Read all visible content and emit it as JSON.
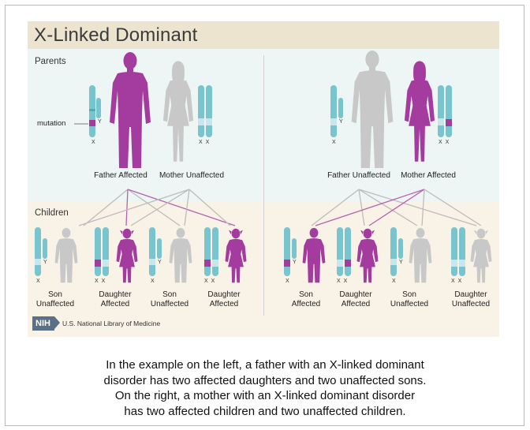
{
  "title": "X-Linked Dominant",
  "sections": {
    "parents": "Parents",
    "children": "Children"
  },
  "mutation_label": "mutation",
  "chrom_letters": {
    "x": "X",
    "y": "Y",
    "xx": "X X"
  },
  "left": {
    "father": "Father Affected",
    "mother": "Mother Unaffected",
    "children": [
      {
        "line1": "Son",
        "line2": "Unaffected"
      },
      {
        "line1": "Daughter",
        "line2": "Affected"
      },
      {
        "line1": "Son",
        "line2": "Unaffected"
      },
      {
        "line1": "Daughter",
        "line2": "Affected"
      }
    ]
  },
  "right": {
    "father": "Father Unaffected",
    "mother": "Mother Affected",
    "children": [
      {
        "line1": "Son",
        "line2": "Affected"
      },
      {
        "line1": "Daughter",
        "line2": "Affected"
      },
      {
        "line1": "Son",
        "line2": "Unaffected"
      },
      {
        "line1": "Daughter",
        "line2": "Unaffected"
      }
    ]
  },
  "source": {
    "logo": "NIH",
    "name": "U.S. National Library of Medicine"
  },
  "caption": [
    "In the example on the left, a father with an X-linked dominant",
    "disorder has two affected daughters and two unaffected sons.",
    "On the right, a mother with an X-linked dominant disorder",
    "has two affected children and two unaffected children."
  ],
  "colors": {
    "affected": "#a43b9e",
    "unaffected": "#c8c8c8",
    "chromosome": "#78c4cf",
    "mutation": "#a43b9e",
    "line_affected": "#b560b0",
    "line_unaffected": "#bcbcbc"
  }
}
